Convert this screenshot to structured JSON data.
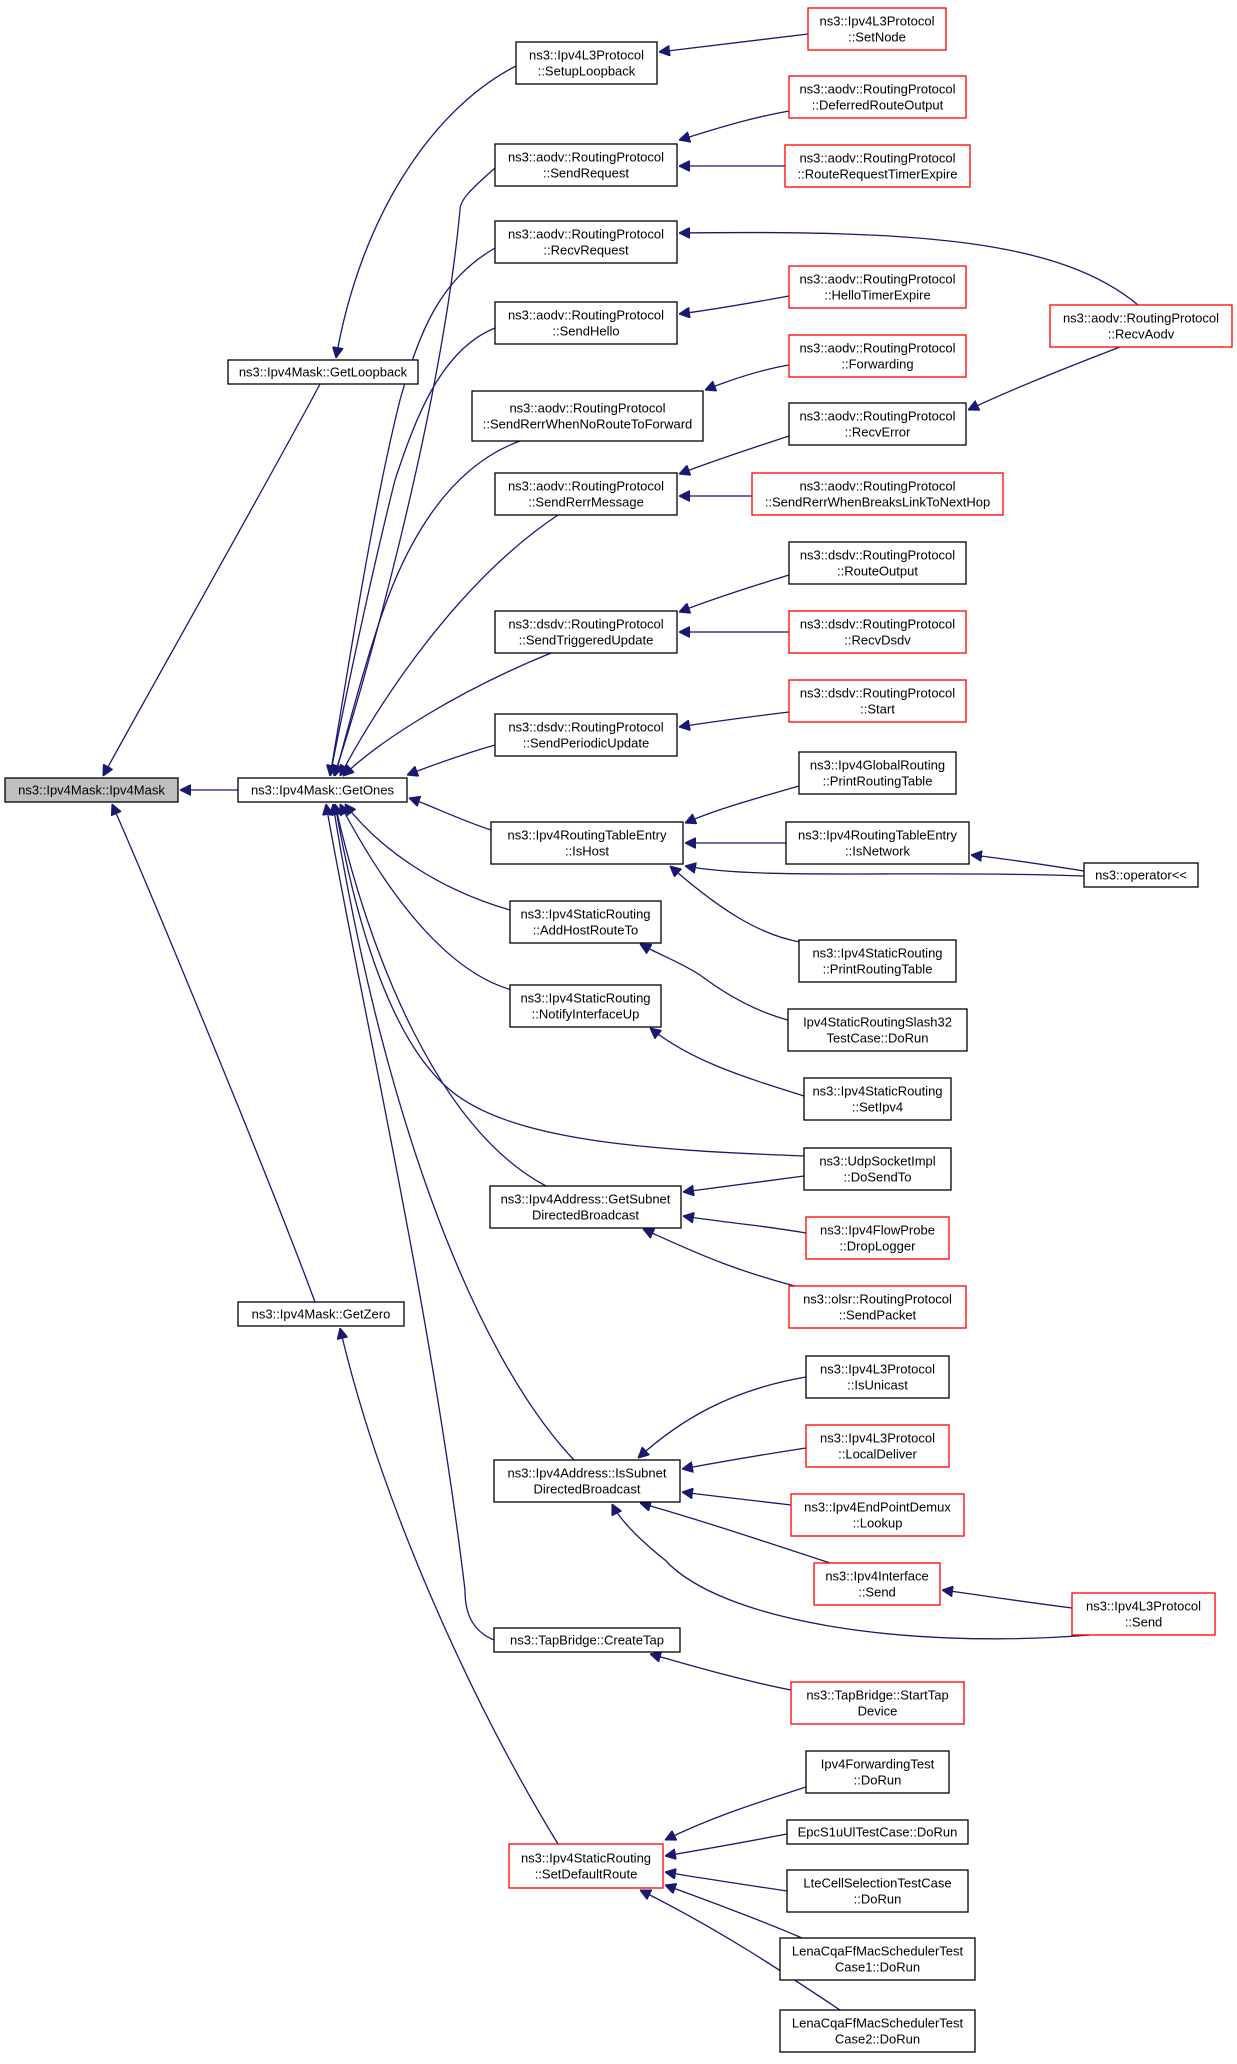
{
  "diagram": {
    "type": "doxygen-caller-graph",
    "colors": {
      "edge": "#191970",
      "normal_border": "#000000",
      "truncated_border": "#ff0000",
      "root_fill": "#bfbfbf",
      "background": "#ffffff"
    },
    "nodes": [
      {
        "id": "root",
        "lines": [
          "ns3::Ipv4Mask::Ipv4Mask"
        ],
        "style": "root"
      },
      {
        "id": "getloopback",
        "lines": [
          "ns3::Ipv4Mask::GetLoopback"
        ],
        "style": "normal"
      },
      {
        "id": "getones",
        "lines": [
          "ns3::Ipv4Mask::GetOnes"
        ],
        "style": "normal"
      },
      {
        "id": "getzero",
        "lines": [
          "ns3::Ipv4Mask::GetZero"
        ],
        "style": "normal"
      },
      {
        "id": "setuploopback",
        "lines": [
          "ns3::Ipv4L3Protocol",
          "::SetupLoopback"
        ],
        "style": "normal"
      },
      {
        "id": "sendrequest",
        "lines": [
          "ns3::aodv::RoutingProtocol",
          "::SendRequest"
        ],
        "style": "normal"
      },
      {
        "id": "recvrequest",
        "lines": [
          "ns3::aodv::RoutingProtocol",
          "::RecvRequest"
        ],
        "style": "normal"
      },
      {
        "id": "sendhello",
        "lines": [
          "ns3::aodv::RoutingProtocol",
          "::SendHello"
        ],
        "style": "normal"
      },
      {
        "id": "sendrerrnoroute",
        "lines": [
          "ns3::aodv::RoutingProtocol",
          "::SendRerrWhenNoRouteToForward"
        ],
        "style": "normal"
      },
      {
        "id": "sendrerrmessage",
        "lines": [
          "ns3::aodv::RoutingProtocol",
          "::SendRerrMessage"
        ],
        "style": "normal"
      },
      {
        "id": "dsdvsendtriggered",
        "lines": [
          "ns3::dsdv::RoutingProtocol",
          "::SendTriggeredUpdate"
        ],
        "style": "normal"
      },
      {
        "id": "dsdvsendperiodic",
        "lines": [
          "ns3::dsdv::RoutingProtocol",
          "::SendPeriodicUpdate"
        ],
        "style": "normal"
      },
      {
        "id": "ishost",
        "lines": [
          "ns3::Ipv4RoutingTableEntry",
          "::IsHost"
        ],
        "style": "normal"
      },
      {
        "id": "addhostroute",
        "lines": [
          "ns3::Ipv4StaticRouting",
          "::AddHostRouteTo"
        ],
        "style": "normal"
      },
      {
        "id": "notifyifup",
        "lines": [
          "ns3::Ipv4StaticRouting",
          "::NotifyInterfaceUp"
        ],
        "style": "normal"
      },
      {
        "id": "getsubnetbcast",
        "lines": [
          "ns3::Ipv4Address::GetSubnet",
          "DirectedBroadcast"
        ],
        "style": "normal"
      },
      {
        "id": "issubnetbcast",
        "lines": [
          "ns3::Ipv4Address::IsSubnet",
          "DirectedBroadcast"
        ],
        "style": "normal"
      },
      {
        "id": "createtap",
        "lines": [
          "ns3::TapBridge::CreateTap"
        ],
        "style": "normal"
      },
      {
        "id": "setdefaultroute",
        "lines": [
          "ns3::Ipv4StaticRouting",
          "::SetDefaultRoute"
        ],
        "style": "red"
      },
      {
        "id": "setnode",
        "lines": [
          "ns3::Ipv4L3Protocol",
          "::SetNode"
        ],
        "style": "red"
      },
      {
        "id": "deferredrouteoutput",
        "lines": [
          "ns3::aodv::RoutingProtocol",
          "::DeferredRouteOutput"
        ],
        "style": "red"
      },
      {
        "id": "routerequesttimerexpire",
        "lines": [
          "ns3::aodv::RoutingProtocol",
          "::RouteRequestTimerExpire"
        ],
        "style": "red"
      },
      {
        "id": "recvaodv",
        "lines": [
          "ns3::aodv::RoutingProtocol",
          "::RecvAodv"
        ],
        "style": "red"
      },
      {
        "id": "hellotimerexpire",
        "lines": [
          "ns3::aodv::RoutingProtocol",
          "::HelloTimerExpire"
        ],
        "style": "red"
      },
      {
        "id": "forwarding",
        "lines": [
          "ns3::aodv::RoutingProtocol",
          "::Forwarding"
        ],
        "style": "red"
      },
      {
        "id": "recverror",
        "lines": [
          "ns3::aodv::RoutingProtocol",
          "::RecvError"
        ],
        "style": "normal"
      },
      {
        "id": "sendrerrbreaks",
        "lines": [
          "ns3::aodv::RoutingProtocol",
          "::SendRerrWhenBreaksLinkToNextHop"
        ],
        "style": "red"
      },
      {
        "id": "dsdvrouteoutput",
        "lines": [
          "ns3::dsdv::RoutingProtocol",
          "::RouteOutput"
        ],
        "style": "normal"
      },
      {
        "id": "dsdvrecvdsdv",
        "lines": [
          "ns3::dsdv::RoutingProtocol",
          "::RecvDsdv"
        ],
        "style": "red"
      },
      {
        "id": "dsdvstart",
        "lines": [
          "ns3::dsdv::RoutingProtocol",
          "::Start"
        ],
        "style": "red"
      },
      {
        "id": "globalprinttable",
        "lines": [
          "ns3::Ipv4GlobalRouting",
          "::PrintRoutingTable"
        ],
        "style": "normal"
      },
      {
        "id": "isnetwork",
        "lines": [
          "ns3::Ipv4RoutingTableEntry",
          "::IsNetwork"
        ],
        "style": "normal"
      },
      {
        "id": "operatorout",
        "lines": [
          "ns3::operator<<"
        ],
        "style": "normal"
      },
      {
        "id": "staticprinttable",
        "lines": [
          "ns3::Ipv4StaticRouting",
          "::PrintRoutingTable"
        ],
        "style": "normal"
      },
      {
        "id": "slash32test",
        "lines": [
          "Ipv4StaticRoutingSlash32",
          "TestCase::DoRun"
        ],
        "style": "normal"
      },
      {
        "id": "setipv4",
        "lines": [
          "ns3::Ipv4StaticRouting",
          "::SetIpv4"
        ],
        "style": "normal"
      },
      {
        "id": "udpdosendto",
        "lines": [
          "ns3::UdpSocketImpl",
          "::DoSendTo"
        ],
        "style": "normal"
      },
      {
        "id": "flowprobedrop",
        "lines": [
          "ns3::Ipv4FlowProbe",
          "::DropLogger"
        ],
        "style": "red"
      },
      {
        "id": "olsrsendpacket",
        "lines": [
          "ns3::olsr::RoutingProtocol",
          "::SendPacket"
        ],
        "style": "red"
      },
      {
        "id": "isunicast",
        "lines": [
          "ns3::Ipv4L3Protocol",
          "::IsUnicast"
        ],
        "style": "normal"
      },
      {
        "id": "localdeliver",
        "lines": [
          "ns3::Ipv4L3Protocol",
          "::LocalDeliver"
        ],
        "style": "red"
      },
      {
        "id": "epdemuxlookup",
        "lines": [
          "ns3::Ipv4EndPointDemux",
          "::Lookup"
        ],
        "style": "red"
      },
      {
        "id": "ifacesend",
        "lines": [
          "ns3::Ipv4Interface",
          "::Send"
        ],
        "style": "red"
      },
      {
        "id": "l3send",
        "lines": [
          "ns3::Ipv4L3Protocol",
          "::Send"
        ],
        "style": "red"
      },
      {
        "id": "starttapdevice",
        "lines": [
          "ns3::TapBridge::StartTap",
          "Device"
        ],
        "style": "red"
      },
      {
        "id": "fwdtest",
        "lines": [
          "Ipv4ForwardingTest",
          "::DoRun"
        ],
        "style": "normal"
      },
      {
        "id": "epcs1u",
        "lines": [
          "EpcS1uUlTestCase::DoRun"
        ],
        "style": "normal"
      },
      {
        "id": "ltecellsel",
        "lines": [
          "LteCellSelectionTestCase",
          "::DoRun"
        ],
        "style": "normal"
      },
      {
        "id": "cqa1",
        "lines": [
          "LenaCqaFfMacSchedulerTest",
          "Case1::DoRun"
        ],
        "style": "normal"
      },
      {
        "id": "cqa2",
        "lines": [
          "LenaCqaFfMacSchedulerTest",
          "Case2::DoRun"
        ],
        "style": "normal"
      }
    ],
    "edges": [
      {
        "from": "getloopback",
        "to": "root"
      },
      {
        "from": "getones",
        "to": "root"
      },
      {
        "from": "getzero",
        "to": "root"
      },
      {
        "from": "setuploopback",
        "to": "getloopback"
      },
      {
        "from": "sendrequest",
        "to": "getones"
      },
      {
        "from": "recvrequest",
        "to": "getones"
      },
      {
        "from": "sendhello",
        "to": "getones"
      },
      {
        "from": "sendrerrnoroute",
        "to": "getones"
      },
      {
        "from": "sendrerrmessage",
        "to": "getones"
      },
      {
        "from": "dsdvsendtriggered",
        "to": "getones"
      },
      {
        "from": "dsdvsendperiodic",
        "to": "getones"
      },
      {
        "from": "ishost",
        "to": "getones"
      },
      {
        "from": "addhostroute",
        "to": "getones"
      },
      {
        "from": "notifyifup",
        "to": "getones"
      },
      {
        "from": "udpdosendto",
        "to": "getones"
      },
      {
        "from": "getsubnetbcast",
        "to": "getones"
      },
      {
        "from": "issubnetbcast",
        "to": "getones"
      },
      {
        "from": "createtap",
        "to": "getones"
      },
      {
        "from": "setdefaultroute",
        "to": "getzero"
      },
      {
        "from": "setnode",
        "to": "setuploopback"
      },
      {
        "from": "deferredrouteoutput",
        "to": "sendrequest"
      },
      {
        "from": "routerequesttimerexpire",
        "to": "sendrequest"
      },
      {
        "from": "recvaodv",
        "to": "recvrequest"
      },
      {
        "from": "hellotimerexpire",
        "to": "sendhello"
      },
      {
        "from": "forwarding",
        "to": "sendrerrnoroute"
      },
      {
        "from": "recverror",
        "to": "sendrerrmessage"
      },
      {
        "from": "sendrerrbreaks",
        "to": "sendrerrmessage"
      },
      {
        "from": "recvaodv",
        "to": "recverror"
      },
      {
        "from": "dsdvrouteoutput",
        "to": "dsdvsendtriggered"
      },
      {
        "from": "dsdvrecvdsdv",
        "to": "dsdvsendtriggered"
      },
      {
        "from": "dsdvstart",
        "to": "dsdvsendperiodic"
      },
      {
        "from": "globalprinttable",
        "to": "ishost"
      },
      {
        "from": "isnetwork",
        "to": "ishost"
      },
      {
        "from": "operatorout",
        "to": "ishost"
      },
      {
        "from": "staticprinttable",
        "to": "ishost"
      },
      {
        "from": "operatorout",
        "to": "isnetwork"
      },
      {
        "from": "slash32test",
        "to": "addhostroute"
      },
      {
        "from": "setipv4",
        "to": "notifyifup"
      },
      {
        "from": "udpdosendto",
        "to": "getsubnetbcast"
      },
      {
        "from": "flowprobedrop",
        "to": "getsubnetbcast"
      },
      {
        "from": "olsrsendpacket",
        "to": "getsubnetbcast"
      },
      {
        "from": "isunicast",
        "to": "issubnetbcast"
      },
      {
        "from": "localdeliver",
        "to": "issubnetbcast"
      },
      {
        "from": "epdemuxlookup",
        "to": "issubnetbcast"
      },
      {
        "from": "ifacesend",
        "to": "issubnetbcast"
      },
      {
        "from": "l3send",
        "to": "issubnetbcast"
      },
      {
        "from": "l3send",
        "to": "ifacesend"
      },
      {
        "from": "starttapdevice",
        "to": "createtap"
      },
      {
        "from": "fwdtest",
        "to": "setdefaultroute"
      },
      {
        "from": "epcs1u",
        "to": "setdefaultroute"
      },
      {
        "from": "ltecellsel",
        "to": "setdefaultroute"
      },
      {
        "from": "cqa1",
        "to": "setdefaultroute"
      },
      {
        "from": "cqa2",
        "to": "setdefaultroute"
      }
    ]
  }
}
